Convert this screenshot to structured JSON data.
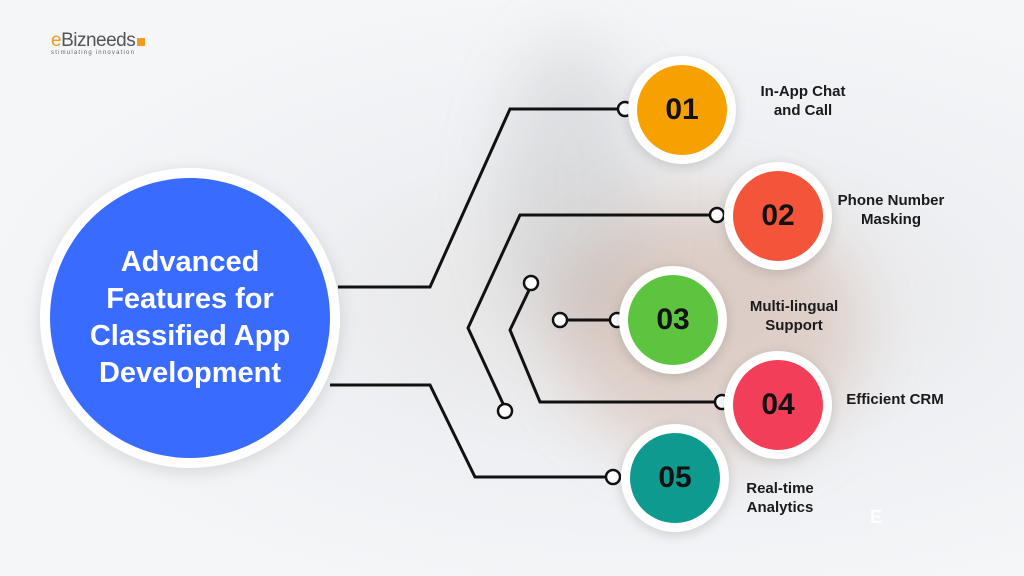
{
  "logo": {
    "brand_prefix": "e",
    "brand_rest": "Bizneeds",
    "tagline": "stimulating innovation"
  },
  "title": "Advanced Features for Classified App Development",
  "features": [
    {
      "number": "01",
      "label": "In-App Chat\nand Call",
      "color": "#f7a100"
    },
    {
      "number": "02",
      "label": "Phone Number\nMasking",
      "color": "#f4553a"
    },
    {
      "number": "03",
      "label": "Multi-lingual\nSupport",
      "color": "#5cc43f"
    },
    {
      "number": "04",
      "label": "Efficient CRM",
      "color": "#f23e58"
    },
    {
      "number": "05",
      "label": "Real-time\nAnalytics",
      "color": "#0f9a8f"
    }
  ],
  "watermark": "E",
  "colors": {
    "main_circle": "#3a6bff",
    "lines": "#111111"
  }
}
